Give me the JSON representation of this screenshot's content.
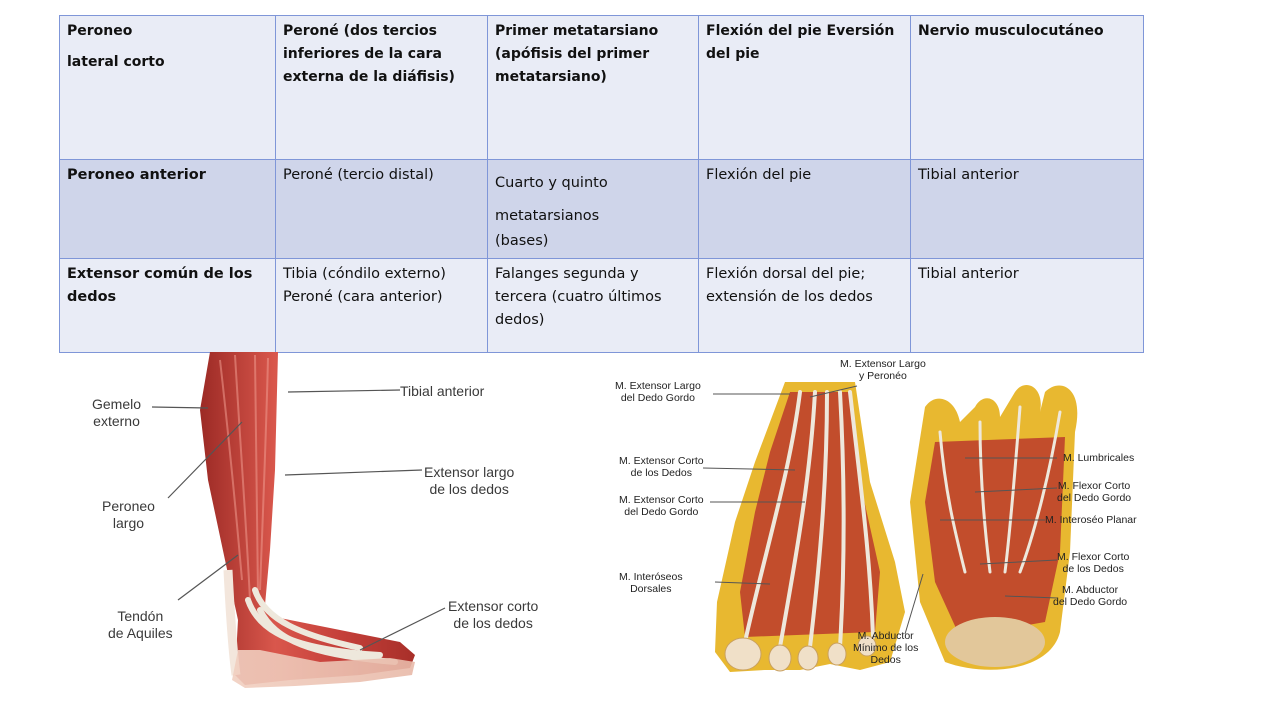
{
  "table": {
    "rows": [
      {
        "muscle": [
          "Peroneo",
          "lateral corto"
        ],
        "origin": [
          "Peroné (dos tercios",
          "inferiores de la cara",
          "externa de la diáfisis)"
        ],
        "insertion": [
          "Primer metatarsiano",
          "(apófisis del primer",
          "metatarsiano)"
        ],
        "action": [
          "Flexión del pie  Eversión",
          "del pie"
        ],
        "nerve": "Nervio musculocutáneo"
      },
      {
        "muscle": "Peroneo anterior",
        "origin": "Peroné (tercio distal)",
        "insertion": [
          "Cuarto y quinto",
          "metatarsianos",
          "(bases)"
        ],
        "action": "Flexión del pie",
        "nerve": "Tibial anterior"
      },
      {
        "muscle": [
          "Extensor común de los",
          "dedos"
        ],
        "origin": [
          "Tibia (cóndilo externo)",
          "Peroné (cara anterior)"
        ],
        "insertion": [
          "Falanges segunda y",
          "tercera (cuatro últimos",
          "dedos)"
        ],
        "action": [
          "Flexión dorsal del pie;",
          "extensión de los dedos"
        ],
        "nerve": "Tibial anterior"
      }
    ]
  },
  "leg_figure": {
    "labels": {
      "gemelo": [
        "Gemelo",
        "externo"
      ],
      "tibial": "Tibial anterior",
      "peroneo": [
        "Peroneo",
        "largo"
      ],
      "extensor_largo": [
        "Extensor largo",
        "de los dedos"
      ],
      "tendon": [
        "Tendón",
        "de Aquiles"
      ],
      "extensor_corto": [
        "Extensor corto",
        "de los dedos"
      ]
    }
  },
  "foot_figure": {
    "labels": {
      "ext_largo_peroneo": [
        "M. Extensor Largo",
        "y Peronéo"
      ],
      "ext_largo_dedo_gordo": [
        "M. Extensor Largo",
        "del Dedo Gordo"
      ],
      "ext_corto_dedos": [
        "M. Extensor Corto",
        "de los Dedos"
      ],
      "ext_corto_dedo_gordo": [
        "M. Extensor Corto",
        "del Dedo Gordo"
      ],
      "interoseos": [
        "M. Interóseos",
        "Dorsales"
      ],
      "lumbricales": "M. Lumbricales",
      "flexor_corto_dedo_gordo": [
        "M. Flexor Corto",
        "del Dedo Gordo"
      ],
      "interoseo_planar": "M. Interoséo Planar",
      "flexor_corto_dedos": [
        "M. Flexor Corto",
        "de los Dedos"
      ],
      "abductor_dedo_gordo": [
        "M. Abductor",
        "del Dedo Gordo"
      ],
      "abductor_minimo": [
        "M. Abductor",
        "Mínimo de los",
        "Dedos"
      ]
    }
  },
  "colors": {
    "border": "#7f96d8",
    "row_light": "#e9ecf6",
    "row_dark": "#cfd5ea",
    "muscle_red": "#b8322c",
    "tendon_white": "#eee8dc",
    "fat_yellow": "#e8b830",
    "leader_line": "#555555"
  }
}
